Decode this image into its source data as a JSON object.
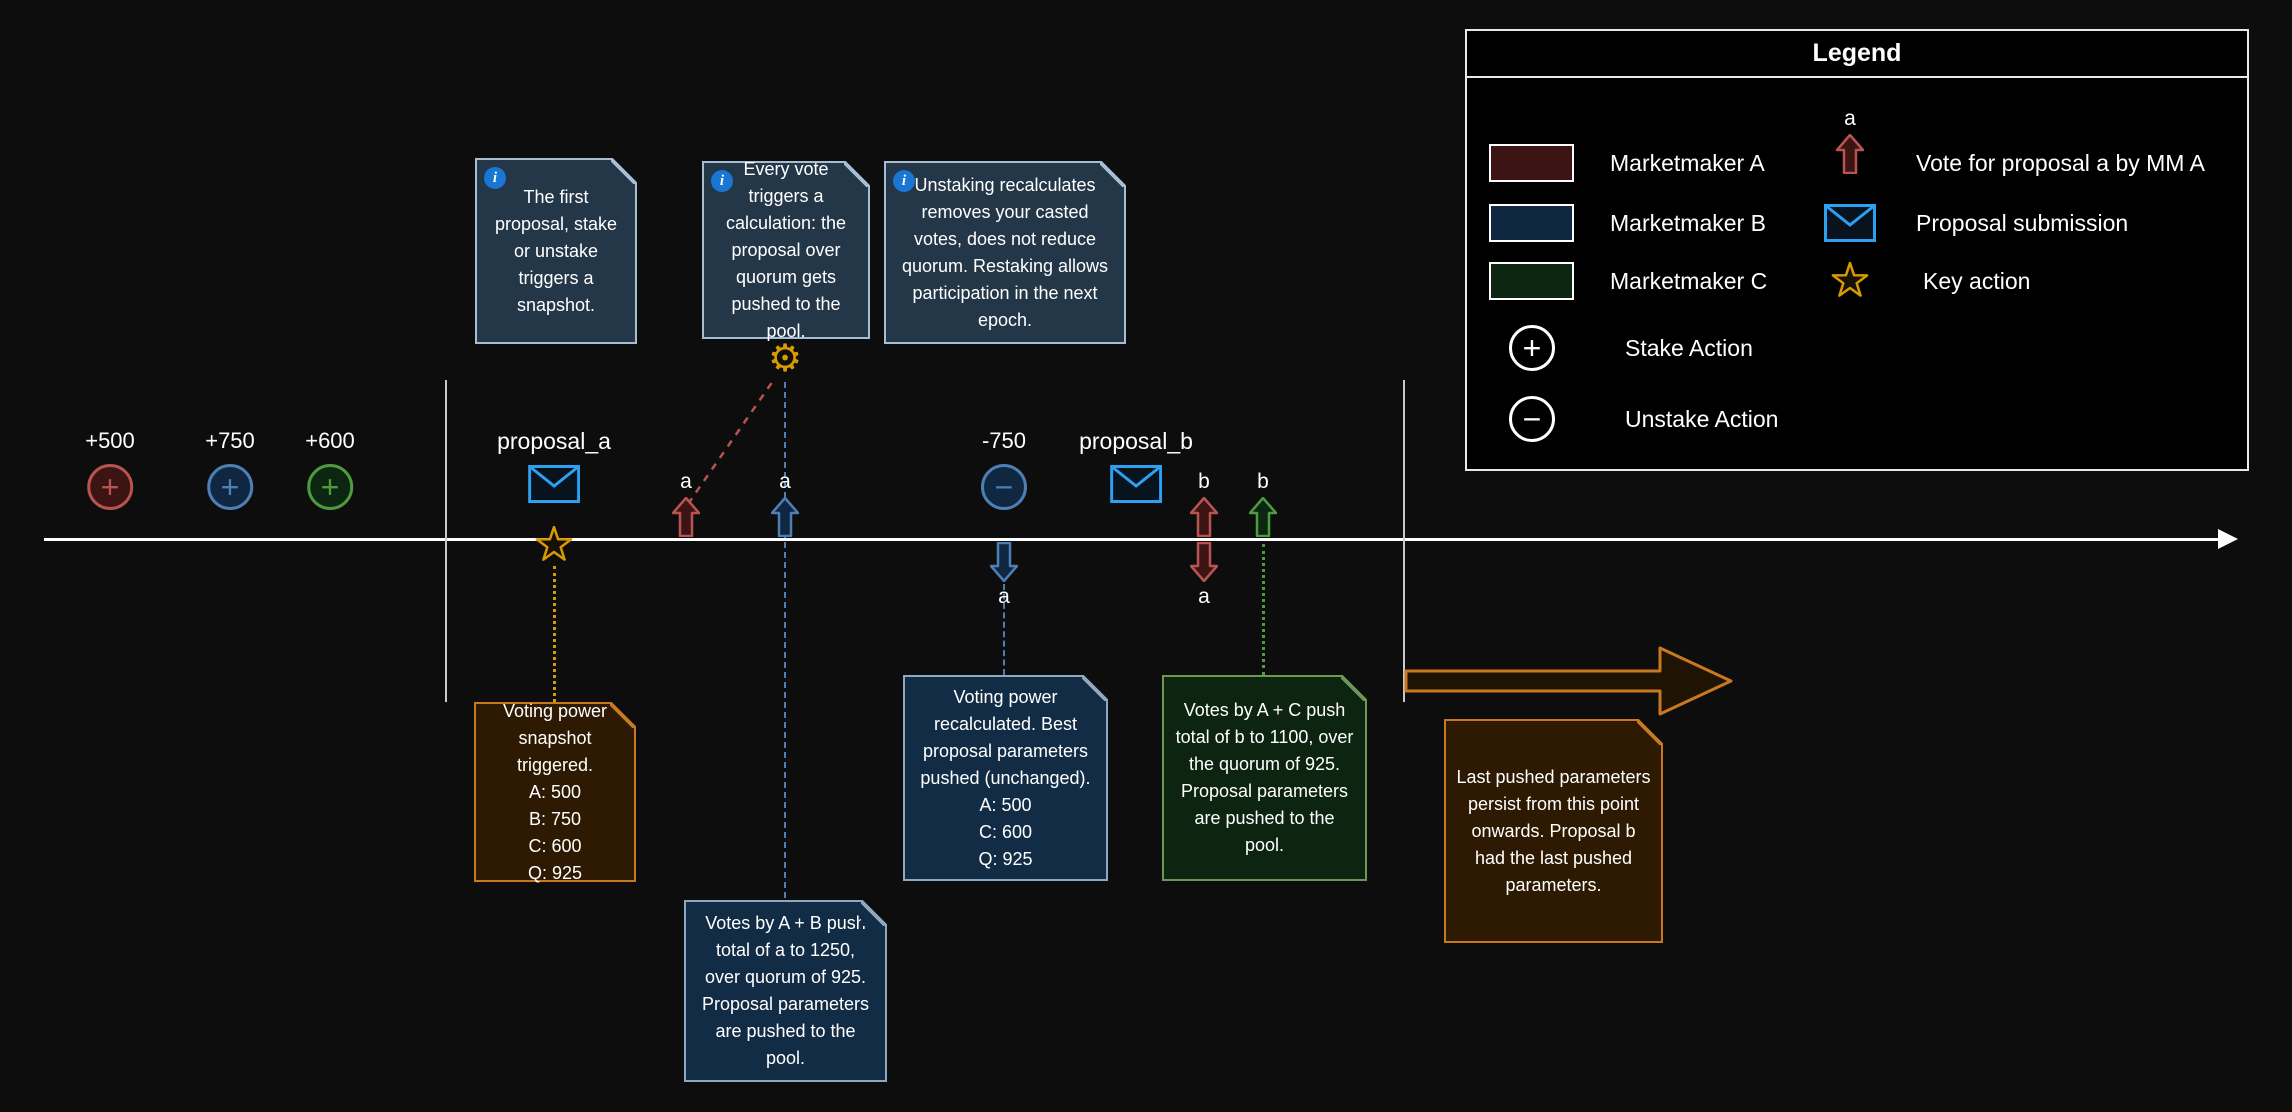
{
  "colors": {
    "bg": "#0d0d0d",
    "timeline": "#ffffff",
    "mmA_stroke": "#b85450",
    "mmA_fill": "#3c1414",
    "mmB_stroke": "#4d7fb5",
    "mmB_fill": "#0f2740",
    "mmC_stroke": "#4e9a3e",
    "mmC_fill": "#0d2612",
    "envelope": "#2da0f2",
    "orange": "#d79b00",
    "info_stroke": "#a6bed4",
    "info_fill": "#243749",
    "orange_note_stroke": "#c87820",
    "orange_note_fill": "#2e1a02",
    "blue_note_stroke": "#8ea8c0",
    "blue_note_fill": "#132c45",
    "green_note_stroke": "#6b9955",
    "green_note_fill": "#0c2410",
    "info_icon_bg": "#1976d2",
    "big_arrow_stroke": "#c87820"
  },
  "legend": {
    "title": "Legend",
    "items": {
      "mmA": "Marketmaker A",
      "mmB": "Marketmaker B",
      "mmC": "Marketmaker C",
      "stake": "Stake Action",
      "unstake": "Unstake Action",
      "vote": "Vote for proposal a by MM A",
      "vote_letter": "a",
      "proposal": "Proposal submission",
      "key": "Key action"
    }
  },
  "timeline": {
    "stakes": [
      {
        "label": "+500",
        "mm": "A"
      },
      {
        "label": "+750",
        "mm": "B"
      },
      {
        "label": "+600",
        "mm": "C"
      }
    ],
    "proposal_a": "proposal_a",
    "proposal_b": "proposal_b",
    "unstake_label": "-750",
    "vote_a_by_A": "a",
    "vote_a_by_B": "a",
    "removed_a_by_B": "a",
    "vote_b_by_A": "b",
    "removed_a_by_A": "a",
    "vote_b_by_C": "b"
  },
  "notes": {
    "info_snapshot": {
      "text": "The first proposal, stake or unstake triggers a snapshot."
    },
    "info_vote": {
      "text": "Every vote triggers a calculation: the proposal over quorum gets pushed to the pool."
    },
    "info_unstake": {
      "text": "Unstaking recalculates removes your casted votes, does not reduce quorum. Restaking allows participation in the next epoch."
    },
    "snapshot": {
      "text": "Voting power snapshot triggered.",
      "values": [
        "A: 500",
        "B: 750",
        "C: 600",
        "Q: 925"
      ]
    },
    "votes_a": {
      "text": "Votes by A + B push total of a to 1250, over quorum of 925. Proposal parameters are pushed to the pool."
    },
    "recalc": {
      "text": "Voting power recalculated. Best proposal parameters pushed (unchanged).",
      "values": [
        "A: 500",
        "C: 600",
        "Q: 925"
      ]
    },
    "votes_b": {
      "text": "Votes by A + C push total of b to 1100, over the quorum of 925. Proposal parameters are pushed to the pool."
    },
    "persist": {
      "text": "Last pushed parameters persist from this point onwards. Proposal b had the last pushed parameters."
    }
  }
}
